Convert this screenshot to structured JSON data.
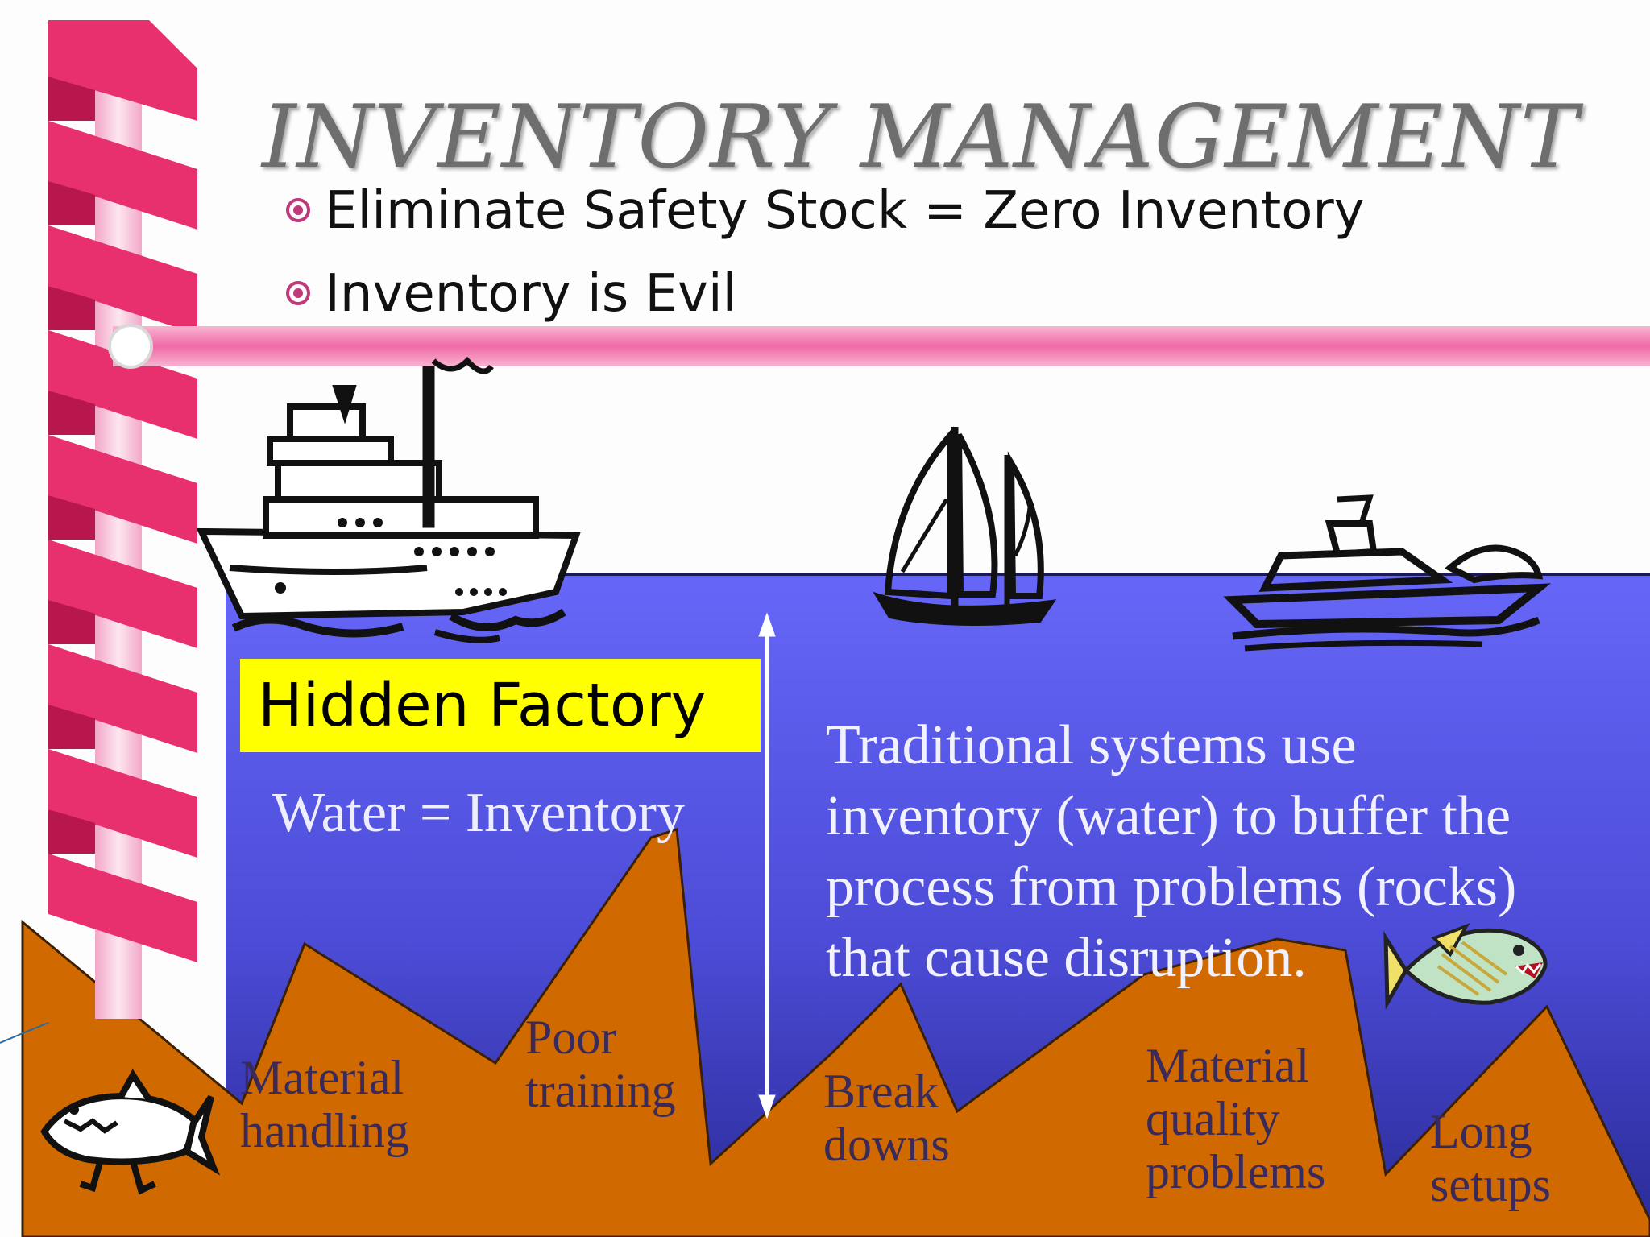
{
  "slide": {
    "title": "INVENTORY MANAGEMENT",
    "bullets": [
      "Eliminate Safety Stock = Zero Inventory",
      "Inventory is Evil"
    ]
  },
  "diagram": {
    "hidden_factory": "Hidden Factory",
    "water_label": "Water = Inventory",
    "description_lines": [
      "Traditional systems use",
      "inventory (water) to buffer the",
      "process from problems (rocks)",
      "that cause disruption."
    ],
    "rocks": [
      {
        "line1": "Material",
        "line2": "handling",
        "line3": ""
      },
      {
        "line1": "Poor",
        "line2": "training",
        "line3": ""
      },
      {
        "line1": "Break",
        "line2": "downs",
        "line3": ""
      },
      {
        "line1": "Material",
        "line2": "quality",
        "line3": "problems"
      },
      {
        "line1": "Long",
        "line2": "setups",
        "line3": ""
      }
    ]
  },
  "colors": {
    "water_top": "#6262f6",
    "water_bottom": "#2c2c9a",
    "rocks": "#d06a00",
    "ribbon": "#e8306e",
    "highlight": "#ffff00"
  },
  "icons": [
    "ship-icon",
    "sailboat-icon",
    "motorboat-icon",
    "fish-icon",
    "shark-icon"
  ]
}
